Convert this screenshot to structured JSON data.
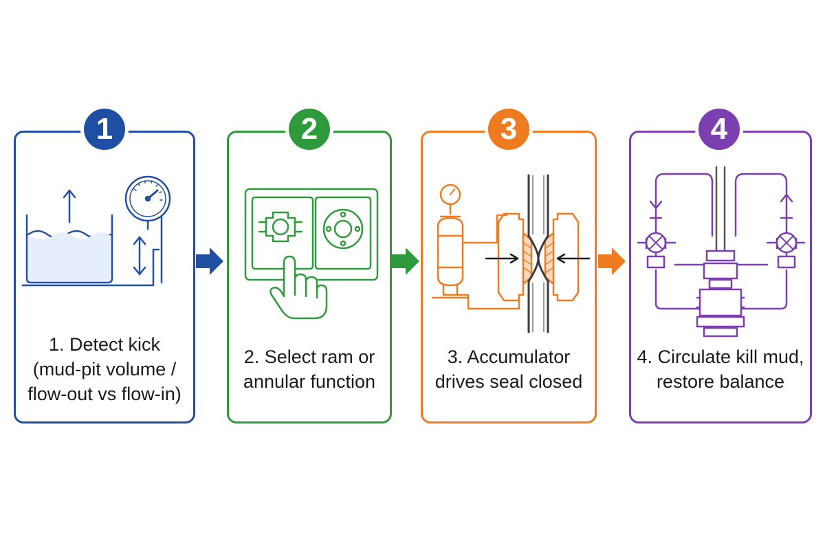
{
  "colors": {
    "blue": "#1f4fa3",
    "green": "#2f9a3c",
    "orange": "#ef7b21",
    "purple": "#7b3fb0"
  },
  "steps": [
    {
      "badge": "1",
      "lines": [
        "1. Detect kick",
        "(mud-pit volume /",
        "flow-out vs flow-in)"
      ],
      "color": "#1f4fa3",
      "icon": "mud-pit-gauge-icon"
    },
    {
      "badge": "2",
      "lines": [
        "2. Select ram or",
        "annular function"
      ],
      "color": "#2f9a3c",
      "icon": "control-panel-hand-icon"
    },
    {
      "badge": "3",
      "lines": [
        "3. Accumulator",
        "drives seal closed"
      ],
      "color": "#ef7b21",
      "icon": "accumulator-ram-icon"
    },
    {
      "badge": "4",
      "lines": [
        "4. Circulate kill mud,",
        "restore balance"
      ],
      "color": "#7b3fb0",
      "icon": "bop-stack-circulation-icon"
    }
  ]
}
